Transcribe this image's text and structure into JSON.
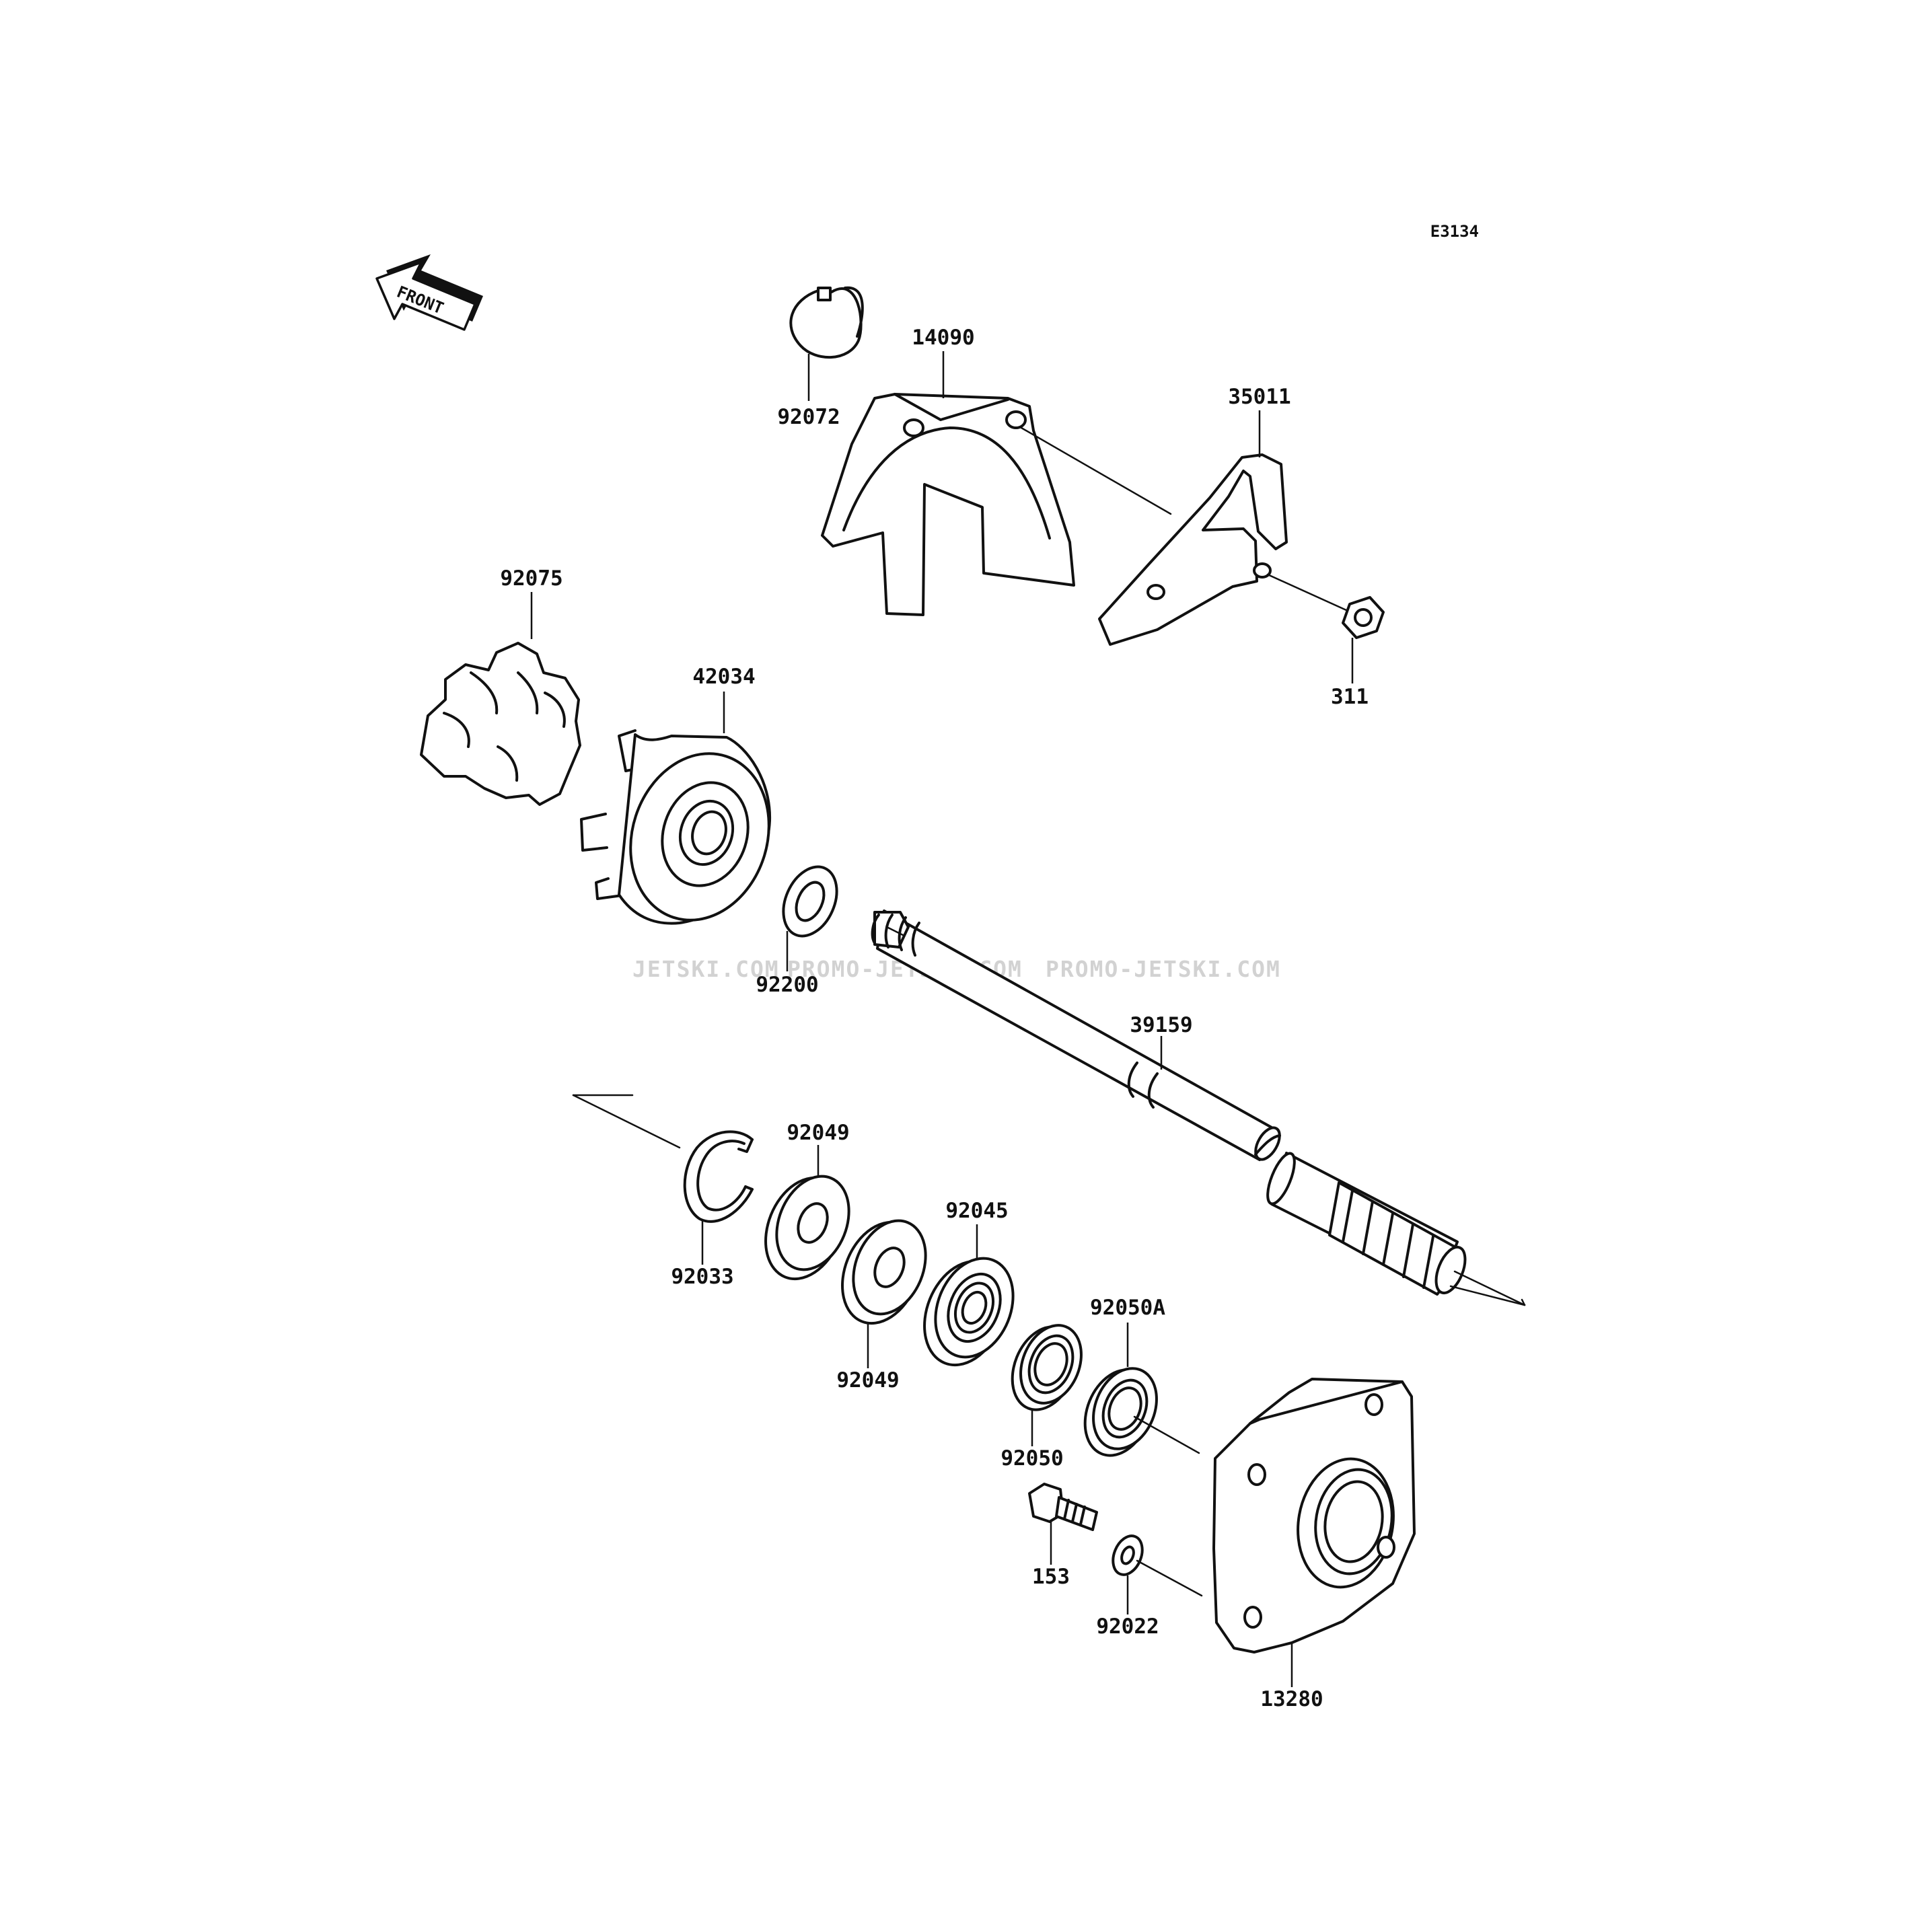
{
  "diagram": {
    "code": "E3134",
    "front_label": "FRONT",
    "watermarks": [
      "JETSKI.COM",
      "PROMO-JETSKI.COM",
      "PROMO-JETSKI.COM"
    ],
    "parts": [
      {
        "key": "p92072",
        "number": "92072"
      },
      {
        "key": "p14090",
        "number": "14090"
      },
      {
        "key": "p35011",
        "number": "35011"
      },
      {
        "key": "p92075",
        "number": "92075"
      },
      {
        "key": "p42034",
        "number": "42034"
      },
      {
        "key": "p311",
        "number": "311"
      },
      {
        "key": "p92200",
        "number": "92200"
      },
      {
        "key": "p39159",
        "number": "39159"
      },
      {
        "key": "p92049a",
        "number": "92049"
      },
      {
        "key": "p92033",
        "number": "92033"
      },
      {
        "key": "p92045",
        "number": "92045"
      },
      {
        "key": "p92049b",
        "number": "92049"
      },
      {
        "key": "p92050a",
        "number": "92050A"
      },
      {
        "key": "p92050",
        "number": "92050"
      },
      {
        "key": "p153",
        "number": "153"
      },
      {
        "key": "p92022",
        "number": "92022"
      },
      {
        "key": "p13280",
        "number": "13280"
      }
    ]
  }
}
